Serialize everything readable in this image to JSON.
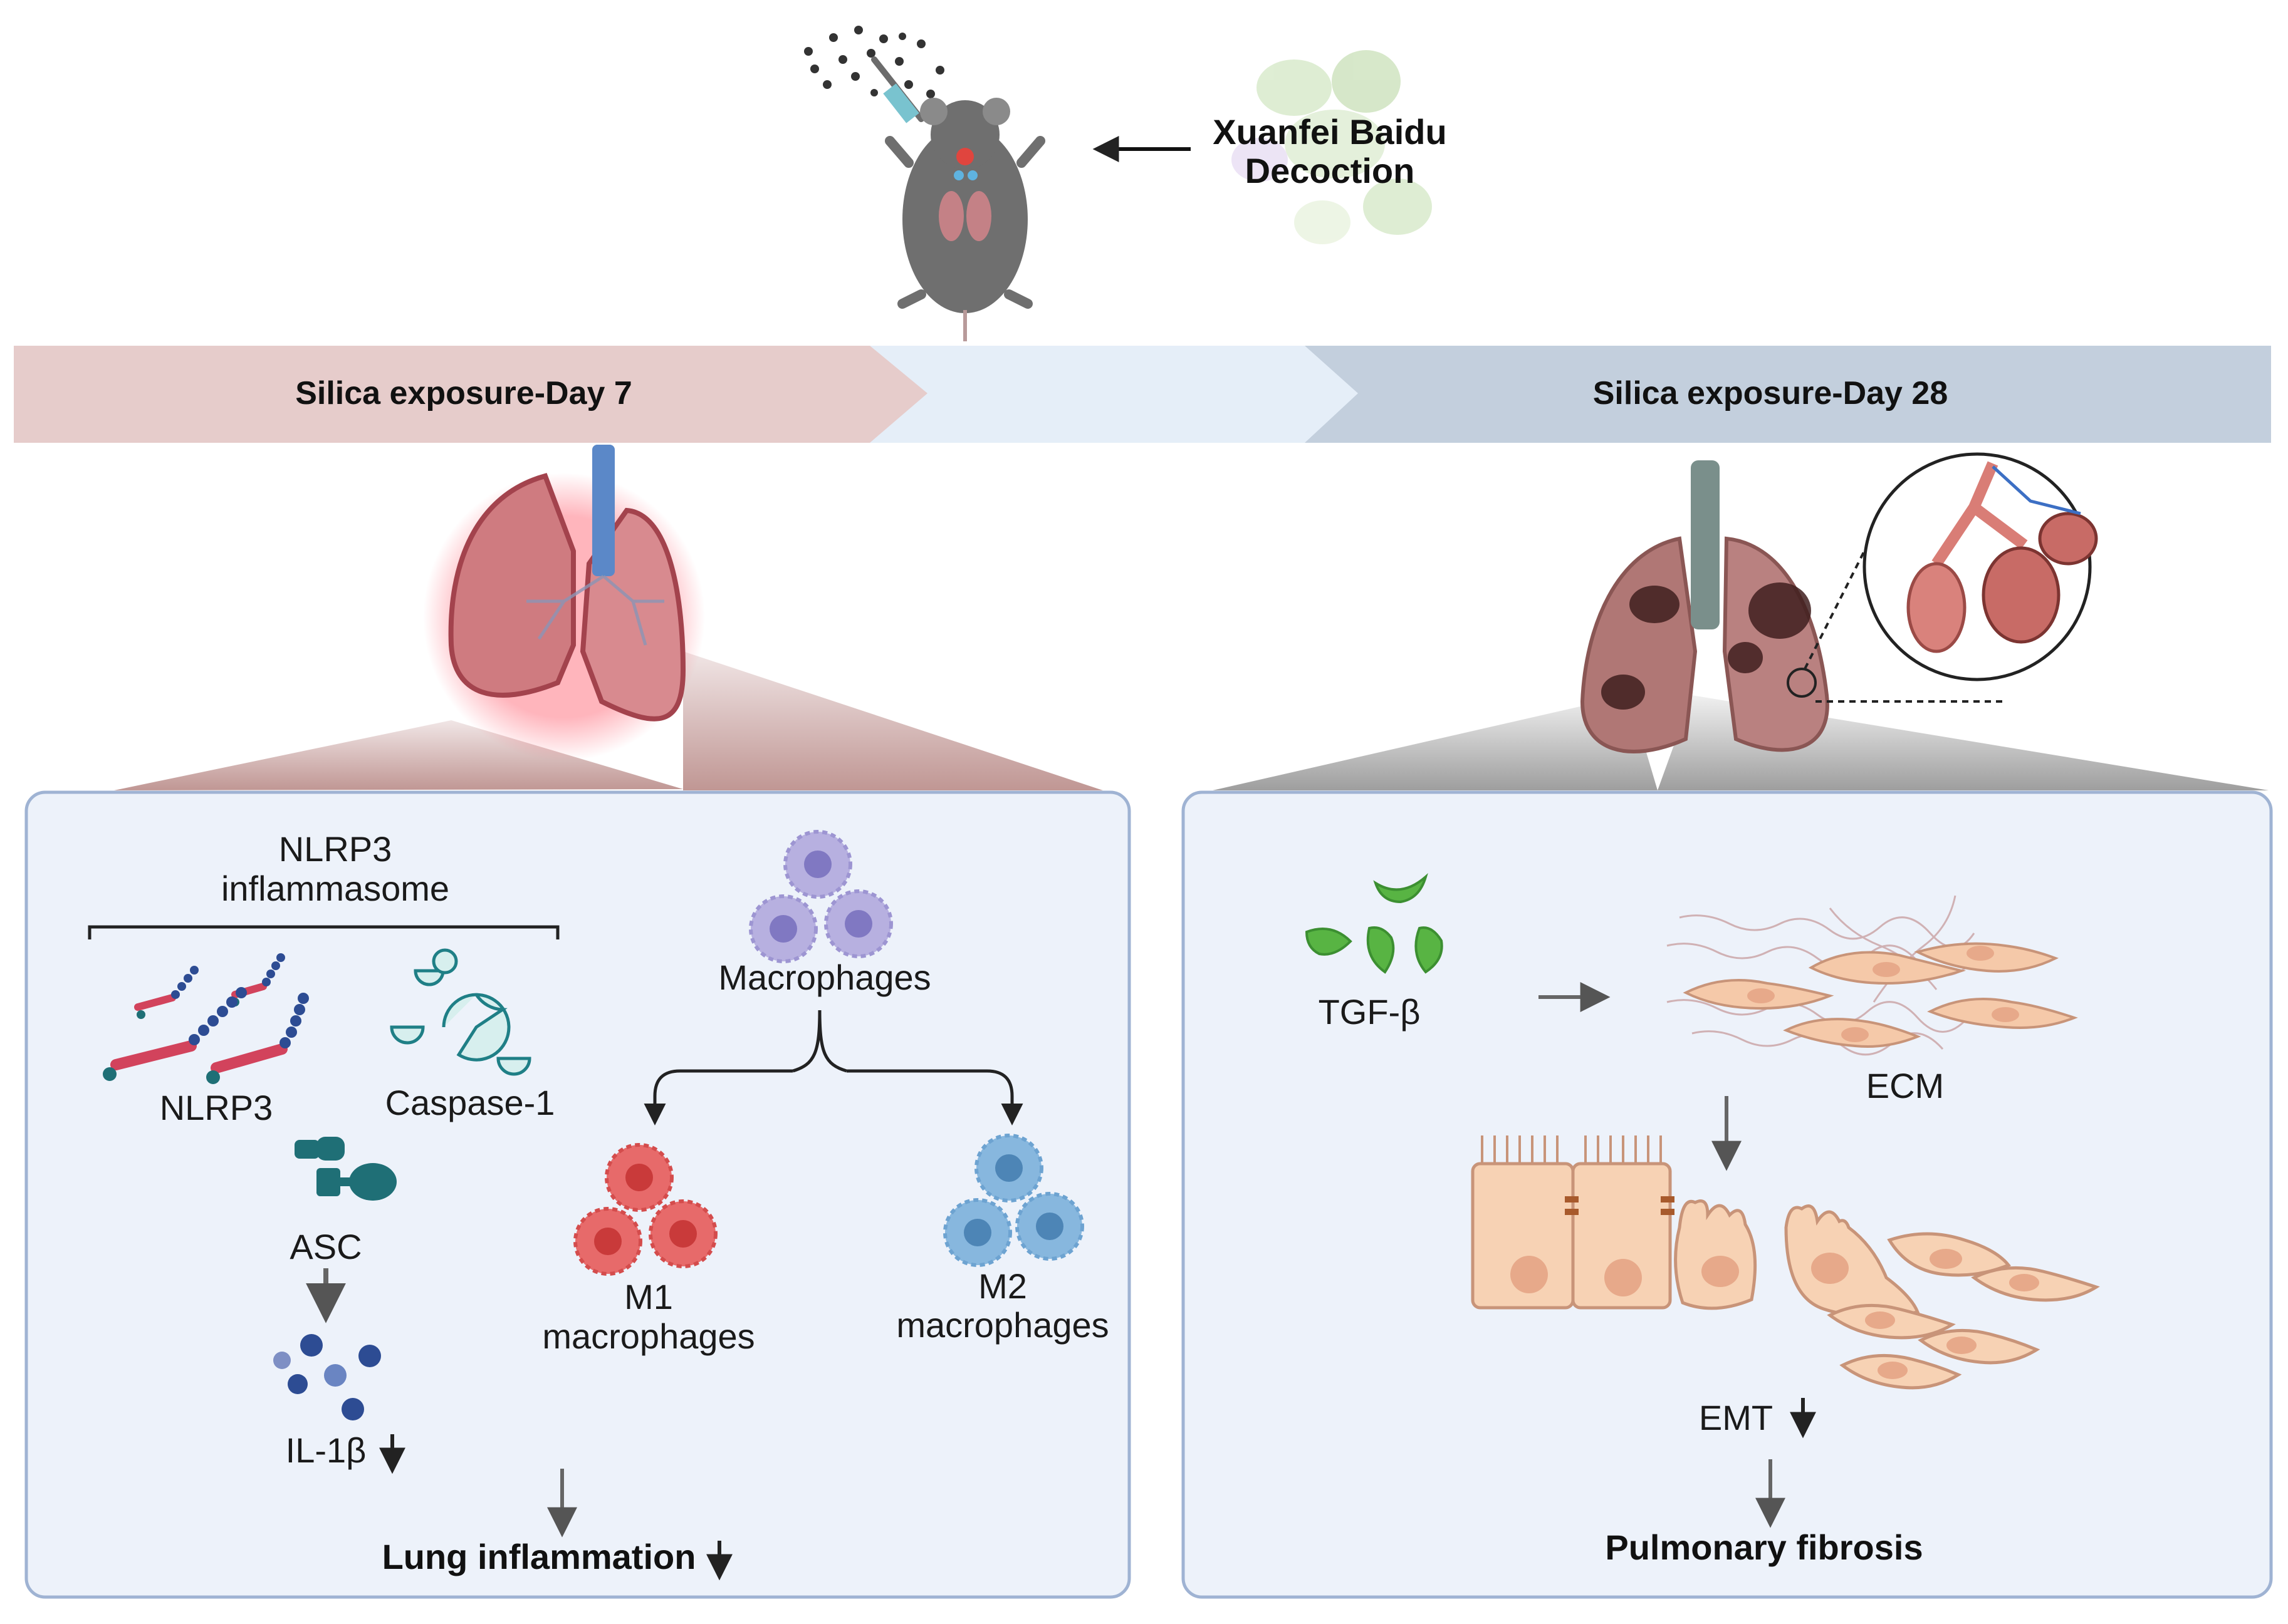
{
  "treatment": {
    "label_line1": "Xuanfei Baidu",
    "label_line2": "Decoction"
  },
  "timeline": {
    "day7_label": "Silica exposure-Day 7",
    "day28_label": "Silica exposure-Day 28"
  },
  "left_panel": {
    "nlrp3_header_line1": "NLRP3",
    "nlrp3_header_line2": "inflammasome",
    "nlrp3_label": "NLRP3",
    "caspase_label": "Caspase-1",
    "asc_label": "ASC",
    "il1b_label": "IL-1β",
    "macrophages_label": "Macrophages",
    "m1_line1": "M1",
    "m1_line2": "macrophages",
    "m2_line1": "M2",
    "m2_line2": "macrophages",
    "outcome_label": "Lung inflammation"
  },
  "right_panel": {
    "tgfb_label": "TGF-β",
    "ecm_label": "ECM",
    "emt_label": "EMT",
    "outcome_label": "Pulmonary fibrosis"
  },
  "colors": {
    "day7_band": "#e6cccb",
    "day28_band": "#c3cfdd",
    "panel_bg": "#edf2fa",
    "panel_border": "#9fb3d3",
    "m1_cell": "#e76a6a",
    "m2_cell": "#87b7de",
    "macrophage": "#b7b0e0",
    "tgfb": "#58b443",
    "asc": "#1f6f76"
  }
}
